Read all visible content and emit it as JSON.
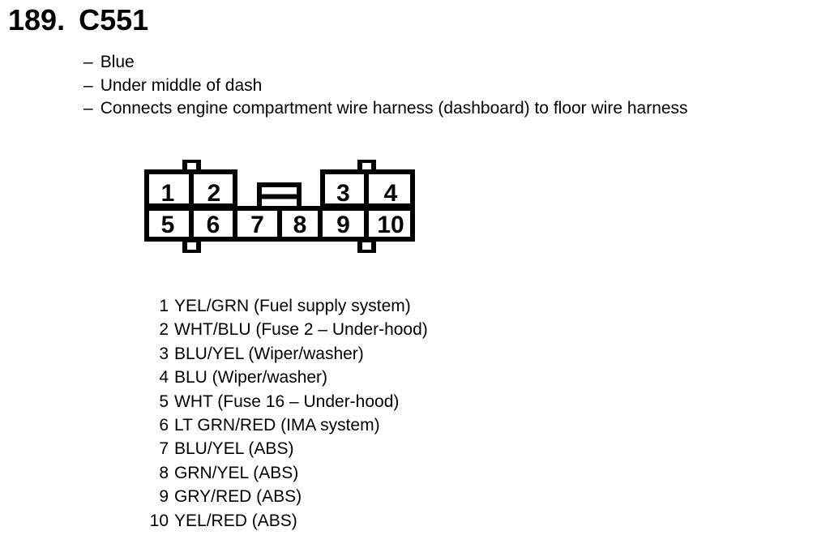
{
  "page": {
    "title_number": "189.",
    "title_code": "C551"
  },
  "notes": {
    "bullet_char": "–",
    "items": [
      "Blue",
      "Under middle of dash",
      "Connects engine compartment wire harness (dashboard) to floor wire harness"
    ]
  },
  "connector": {
    "description": "10-cavity connector, two rows, center latch clip, four mounting tabs",
    "cell_labels": [
      "1",
      "2",
      "3",
      "4",
      "5",
      "6",
      "7",
      "8",
      "9",
      "10"
    ]
  },
  "pin_list": [
    {
      "num": "1",
      "desc": "YEL/GRN (Fuel supply system)"
    },
    {
      "num": "2",
      "desc": "WHT/BLU (Fuse 2 – Under-hood)"
    },
    {
      "num": "3",
      "desc": "BLU/YEL (Wiper/washer)"
    },
    {
      "num": "4",
      "desc": "BLU (Wiper/washer)"
    },
    {
      "num": "5",
      "desc": "WHT (Fuse 16 – Under-hood)"
    },
    {
      "num": "6",
      "desc": "LT GRN/RED (IMA system)"
    },
    {
      "num": "7",
      "desc": "BLU/YEL (ABS)"
    },
    {
      "num": "8",
      "desc": "GRN/YEL (ABS)"
    },
    {
      "num": "9",
      "desc": "GRY/RED (ABS)"
    },
    {
      "num": "10",
      "desc": "YEL/RED (ABS)"
    }
  ],
  "colors": {
    "ink": "#000000",
    "background": "#ffffff"
  }
}
